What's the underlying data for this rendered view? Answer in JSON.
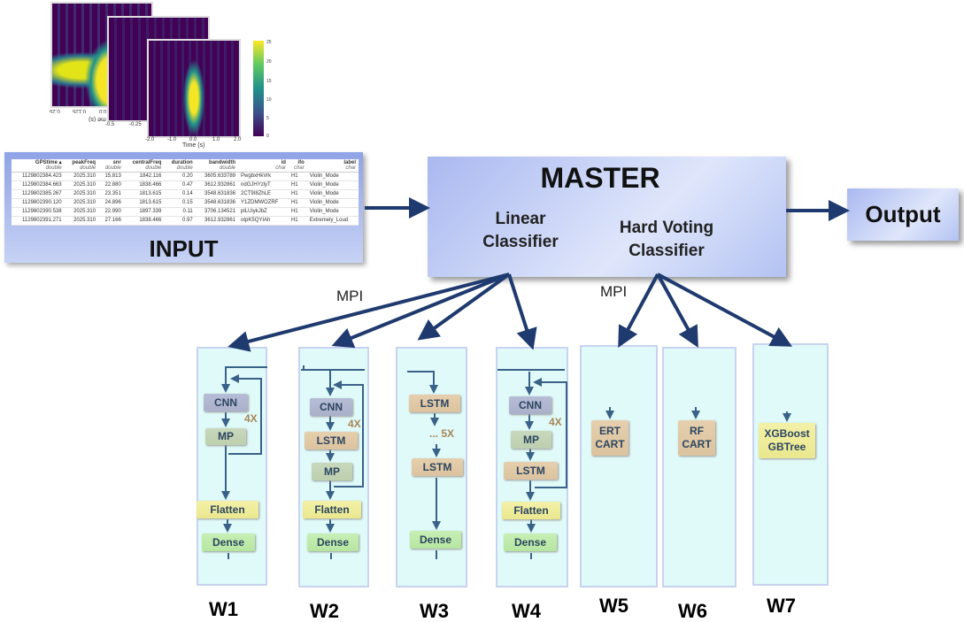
{
  "spectrograms": {
    "back_ticks": [
      "0.25",
      "0.125",
      "0.0"
    ],
    "back_xlabel": "me (s)",
    "mid_ticks": [
      "-0.5",
      "-0.25"
    ],
    "front_ticks": [
      "-2.0",
      "-1.0",
      "0.0",
      "1.0",
      "2.0"
    ],
    "front_xlabel": "Time (s)",
    "colorbar_ticks": [
      "25",
      "20",
      "15",
      "10",
      "5",
      "0"
    ],
    "colormap": [
      "#440154",
      "#3b528b",
      "#21918c",
      "#5ec962",
      "#fde725"
    ]
  },
  "input": {
    "label": "INPUT",
    "columns": [
      {
        "name": "GPStime ▴",
        "type": "double"
      },
      {
        "name": "peakFreq",
        "type": "double"
      },
      {
        "name": "snr",
        "type": "double"
      },
      {
        "name": "centralFreq",
        "type": "double"
      },
      {
        "name": "duration",
        "type": "double"
      },
      {
        "name": "bandwidth",
        "type": "double"
      },
      {
        "name": "id",
        "type": "char"
      },
      {
        "name": "ifo",
        "type": "char"
      },
      {
        "name": "label",
        "type": "char"
      }
    ],
    "rows": [
      [
        "1129802384.423",
        "2025.310",
        "15.813",
        "1842.116",
        "0.20",
        "3605.633789",
        "PwgbxHkVrk",
        "H1",
        "Violin_Mode"
      ],
      [
        "1129802384.663",
        "2025.310",
        "22.880",
        "1838.466",
        "0.47",
        "3612.932861",
        "ndGJHYzlyT",
        "H1",
        "Violin_Mode"
      ],
      [
        "1129802385.267",
        "2025.310",
        "23.351",
        "1813.615",
        "0.14",
        "3548.631836",
        "2CT9I8ZhLE",
        "H1",
        "Violin_Mode"
      ],
      [
        "1129802390.120",
        "2025.310",
        "24.896",
        "1813.615",
        "0.15",
        "3548.631836",
        "Y1ZDMWOZRF",
        "H1",
        "Violin_Mode"
      ],
      [
        "1129802390.538",
        "2025.310",
        "22.990",
        "1897.339",
        "0.11",
        "3706.134521",
        "plLUiykJbZ",
        "H1",
        "Violin_Mode"
      ],
      [
        "1129802391.271",
        "2025.310",
        "27.166",
        "1838.466",
        "0.97",
        "3612.932861",
        "otpK5QYIAh",
        "H1",
        "Extremely_Loud"
      ]
    ]
  },
  "master": {
    "title": "MASTER",
    "linear": "Linear\nClassifier",
    "voting": "Hard Voting\nClassifier"
  },
  "output": {
    "label": "Output"
  },
  "mpi_labels": [
    "MPI",
    "MPI"
  ],
  "workers": [
    {
      "label": "W1",
      "blocks": [
        "CNN",
        "MP",
        "Flatten",
        "Dense"
      ],
      "repeat": "4X"
    },
    {
      "label": "W2",
      "blocks": [
        "CNN",
        "LSTM",
        "MP",
        "Flatten",
        "Dense"
      ],
      "repeat": "4X"
    },
    {
      "label": "W3",
      "blocks": [
        "LSTM",
        "LSTM",
        "Dense"
      ],
      "repeat": "... 5X"
    },
    {
      "label": "W4",
      "blocks": [
        "CNN",
        "MP",
        "LSTM",
        "Flatten",
        "Dense"
      ],
      "repeat": "4X"
    },
    {
      "label": "W5",
      "blocks": [
        "ERT\nCART"
      ]
    },
    {
      "label": "W6",
      "blocks": [
        "RF\nCART"
      ]
    },
    {
      "label": "W7",
      "blocks": [
        "XGBoost\nGBTree"
      ]
    }
  ],
  "colors": {
    "arrow": "#1f3a6e",
    "worker_bg": "#dffaf9",
    "flow": "#3a6188"
  }
}
